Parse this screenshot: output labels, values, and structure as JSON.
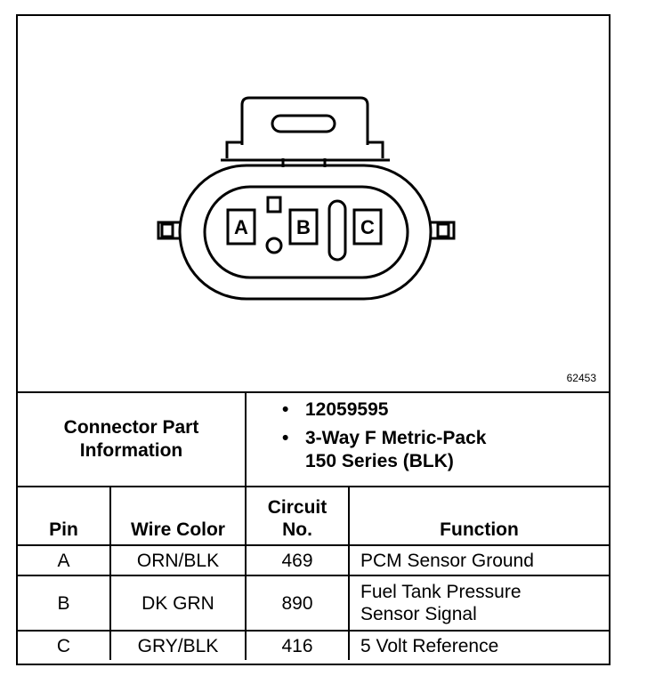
{
  "figure_number": "62453",
  "connector": {
    "pin_labels": [
      "A",
      "B",
      "C"
    ]
  },
  "part_info": {
    "label_line1": "Connector Part",
    "label_line2": "Information",
    "items": [
      "12059595",
      "3-Way F Metric-Pack",
      "150 Series (BLK)"
    ]
  },
  "table": {
    "headers": {
      "pin": "Pin",
      "wire_color": "Wire Color",
      "circuit_line1": "Circuit",
      "circuit_line2": "No.",
      "function": "Function"
    },
    "rows": [
      {
        "pin": "A",
        "wire_color": "ORN/BLK",
        "circuit": "469",
        "function_line1": "PCM Sensor Ground",
        "function_line2": ""
      },
      {
        "pin": "B",
        "wire_color": "DK GRN",
        "circuit": "890",
        "function_line1": "Fuel Tank Pressure",
        "function_line2": "Sensor Signal"
      },
      {
        "pin": "C",
        "wire_color": "GRY/BLK",
        "circuit": "416",
        "function_line1": "5 Volt Reference",
        "function_line2": ""
      }
    ]
  }
}
